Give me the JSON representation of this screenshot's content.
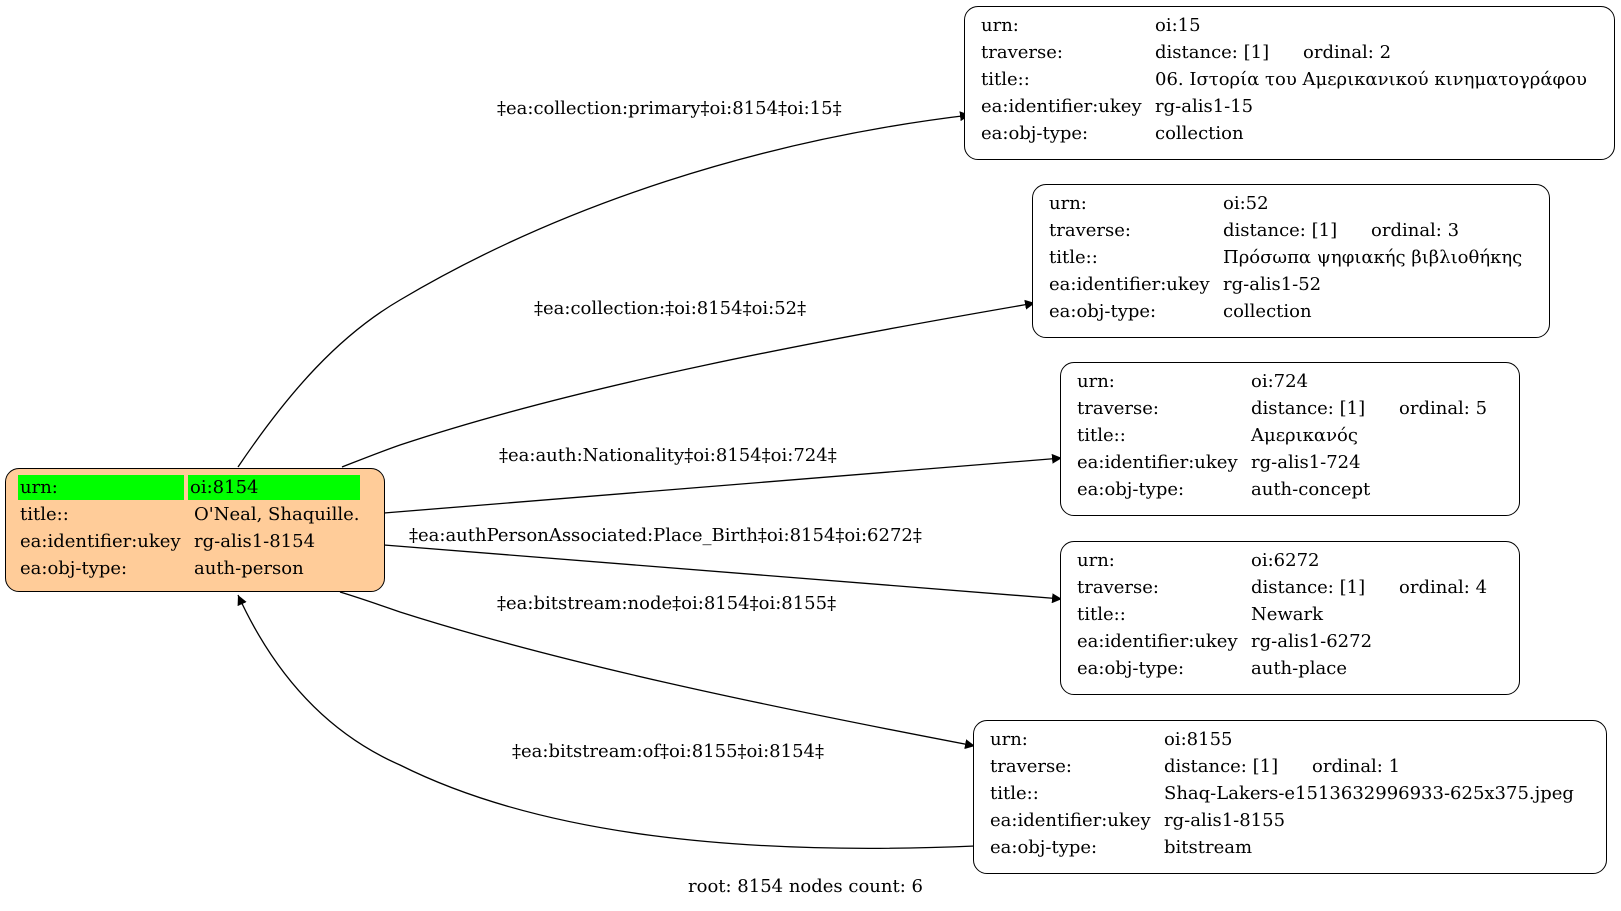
{
  "root_node": {
    "urn_key": "urn:",
    "urn_val": "oi:8154",
    "title_key": "title::",
    "title_val": "O'Neal, Shaquille.",
    "ukey_key": "ea:identifier:ukey",
    "ukey_val": "rg-alis1-8154",
    "type_key": "ea:obj-type:",
    "type_val": "auth-person",
    "fill_color": "#ffcc99",
    "highlight_color": "#00ff00"
  },
  "nodes": [
    {
      "urn_key": "urn:",
      "urn": "oi:15",
      "traverse_key": "traverse:",
      "distance": "distance: [1]",
      "ordinal": "ordinal: 2",
      "title_key": "title::",
      "title": "06. Ιστορία του Αμερικανικού κινηματογράφου",
      "ukey_key": "ea:identifier:ukey",
      "ukey": "rg-alis1-15",
      "type_key": "ea:obj-type:",
      "type": "collection"
    },
    {
      "urn_key": "urn:",
      "urn": "oi:52",
      "traverse_key": "traverse:",
      "distance": "distance: [1]",
      "ordinal": "ordinal: 3",
      "title_key": "title::",
      "title": "Πρόσωπα ψηφιακής βιβλιοθήκης",
      "ukey_key": "ea:identifier:ukey",
      "ukey": "rg-alis1-52",
      "type_key": "ea:obj-type:",
      "type": "collection"
    },
    {
      "urn_key": "urn:",
      "urn": "oi:724",
      "traverse_key": "traverse:",
      "distance": "distance: [1]",
      "ordinal": "ordinal: 5",
      "title_key": "title::",
      "title": "Αμερικανός",
      "ukey_key": "ea:identifier:ukey",
      "ukey": "rg-alis1-724",
      "type_key": "ea:obj-type:",
      "type": "auth-concept"
    },
    {
      "urn_key": "urn:",
      "urn": "oi:6272",
      "traverse_key": "traverse:",
      "distance": "distance: [1]",
      "ordinal": "ordinal: 4",
      "title_key": "title::",
      "title": "Newark",
      "ukey_key": "ea:identifier:ukey",
      "ukey": "rg-alis1-6272",
      "type_key": "ea:obj-type:",
      "type": "auth-place"
    },
    {
      "urn_key": "urn:",
      "urn": "oi:8155",
      "traverse_key": "traverse:",
      "distance": "distance: [1]",
      "ordinal": "ordinal: 1",
      "title_key": "title::",
      "title": "Shaq-Lakers-e1513632996933-625x375.jpeg",
      "ukey_key": "ea:identifier:ukey",
      "ukey": "rg-alis1-8155",
      "type_key": "ea:obj-type:",
      "type": "bitstream"
    }
  ],
  "edges": [
    {
      "label": "‡ea:collection:primary‡oi:8154‡oi:15‡"
    },
    {
      "label": "‡ea:collection:‡oi:8154‡oi:52‡"
    },
    {
      "label": "‡ea:auth:Nationality‡oi:8154‡oi:724‡"
    },
    {
      "label": "‡ea:authPersonAssociated:Place_Birth‡oi:8154‡oi:6272‡"
    },
    {
      "label": "‡ea:bitstream:node‡oi:8154‡oi:8155‡"
    },
    {
      "label": "‡ea:bitstream:of‡oi:8155‡oi:8154‡"
    }
  ],
  "footer": "root: 8154 nodes count: 6"
}
